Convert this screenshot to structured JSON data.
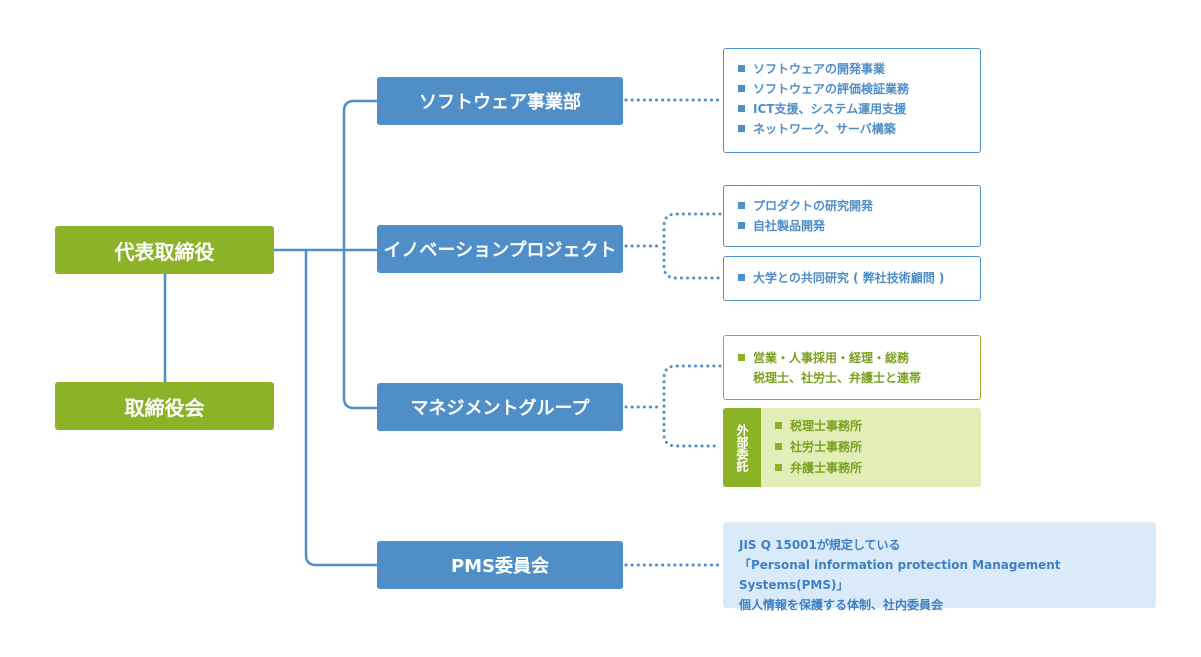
{
  "ceo": "代表取締役",
  "board": "取締役会",
  "departments": [
    {
      "label": "ソフトウェア事業部"
    },
    {
      "label": "イノベーションプロジェクト"
    },
    {
      "label": "マネジメントグループ"
    },
    {
      "label": "PMS委員会"
    }
  ],
  "software_box": {
    "items": [
      "ソフトウェアの開発事業",
      "ソフトウェアの評価検証業務",
      "ICT支援、システム運用支援",
      "ネットワーク、サーバ構築"
    ]
  },
  "innovation_box_1": {
    "items": [
      "プロダクトの研究開発",
      "自社製品開発"
    ]
  },
  "innovation_box_2": {
    "items": [
      "大学との共同研究 ( 弊社技術顧問 )"
    ]
  },
  "management_box": {
    "line1": "営業・人事採用・経理・総務",
    "line2": "税理士、社労士、弁護士と連帯"
  },
  "external": {
    "tab": "外部委託",
    "items": [
      "税理士事務所",
      "社労士事務所",
      "弁護士事務所"
    ]
  },
  "pms_box": {
    "lines": [
      "JIS Q 15001が規定している",
      "「Personal information protection Management Systems(PMS)」",
      "個人情報を保護する体制、社内委員会"
    ]
  },
  "colors": {
    "green": "#8cb227",
    "blue": "#4f8ec7",
    "light_green": "#e3edb8",
    "light_blue": "#dbeaf8"
  }
}
